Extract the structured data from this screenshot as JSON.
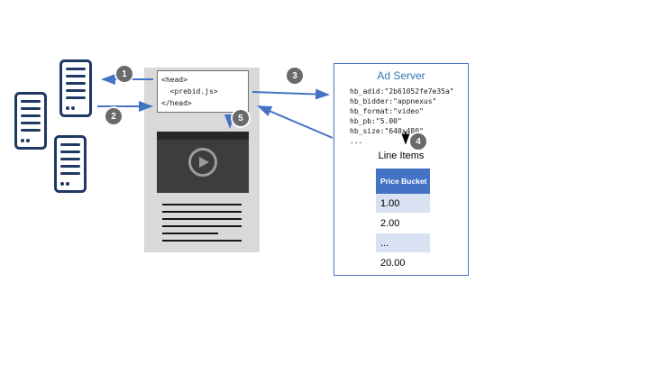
{
  "page": {
    "code_lines": [
      "<head>",
      "  <prebid.js>",
      "</head>"
    ]
  },
  "steps": [
    "1",
    "2",
    "3",
    "4",
    "5"
  ],
  "ad_server": {
    "title": "Ad Server",
    "code_lines": [
      "hb_adid:\"2b61052fe7e35a\"",
      "hb_bidder:\"appnexus\"",
      "hb_format:\"video\"",
      "hb_pb:\"5.00\"",
      "hb_size:\"640x480\"",
      "..."
    ],
    "line_items_label": "Line Items",
    "table": {
      "header": "Price Bucket",
      "rows": [
        "1.00",
        "2.00",
        "...",
        "20.00"
      ]
    }
  },
  "colors": {
    "arrow_blue": "#4472C4",
    "server_navy": "#203864",
    "step_gray": "#6A6A6A",
    "table_header_bg": "#4472C4",
    "table_band_bg": "#D9E2F3",
    "title_blue": "#2E74B5"
  }
}
